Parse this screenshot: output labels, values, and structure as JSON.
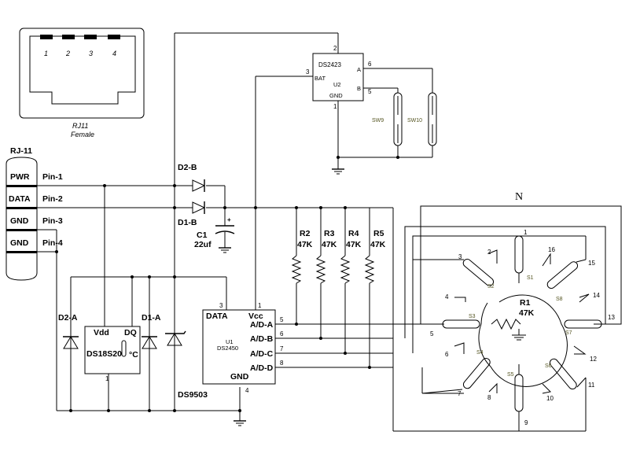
{
  "connector": {
    "pins": [
      "1",
      "2",
      "3",
      "4"
    ],
    "title": "RJ11",
    "subtitle": "Female"
  },
  "rj11_jack": {
    "title": "RJ-11",
    "rows": [
      {
        "label": "PWR",
        "pin": "Pin-1"
      },
      {
        "label": "DATA",
        "pin": "Pin-2"
      },
      {
        "label": "GND",
        "pin": "Pin-3"
      },
      {
        "label": "GND",
        "pin": "Pin-4"
      }
    ]
  },
  "components": {
    "d2b": "D2-B",
    "d1b": "D1-B",
    "c1": {
      "ref": "C1",
      "value": "22uf",
      "plus": "+"
    },
    "d2a": "D2-A",
    "d1a": "D1-A",
    "ds9503": "DS9503",
    "u2": {
      "ref": "U2",
      "part": "DS2423",
      "bat": "BAT",
      "a": "A",
      "b": "B",
      "gnd": "GND",
      "pins": {
        "bat": "3",
        "top": "2",
        "a": "6",
        "b": "5",
        "gnd": "1"
      }
    },
    "sw9": "SW9",
    "sw10": "SW10",
    "resistors": [
      {
        "ref": "R2",
        "value": "47K"
      },
      {
        "ref": "R3",
        "value": "47K"
      },
      {
        "ref": "R4",
        "value": "47K"
      },
      {
        "ref": "R5",
        "value": "47K"
      }
    ],
    "u1": {
      "ref": "U1",
      "part": "DS2450",
      "data": "DATA",
      "vcc": "Vcc",
      "gnd": "GND",
      "ad": [
        "A/D-A",
        "A/D-B",
        "A/D-C",
        "A/D-D"
      ],
      "pins": {
        "data": "3",
        "vcc": "1",
        "ad": [
          "5",
          "6",
          "7",
          "8"
        ],
        "gnd": "4"
      }
    },
    "ds18s20": {
      "part": "DS18S20",
      "vdd": "Vdd",
      "dq": "DQ",
      "deg": "°C",
      "pin": "1"
    },
    "r1": {
      "ref": "R1",
      "value": "47K"
    }
  },
  "compass": {
    "north": "N",
    "switches": [
      "S1",
      "S2",
      "S3",
      "S4",
      "S5",
      "S6",
      "S7",
      "S8"
    ],
    "positions": [
      "1",
      "2",
      "3",
      "4",
      "5",
      "6",
      "7",
      "8",
      "9",
      "10",
      "11",
      "12",
      "13",
      "14",
      "15",
      "16"
    ]
  }
}
